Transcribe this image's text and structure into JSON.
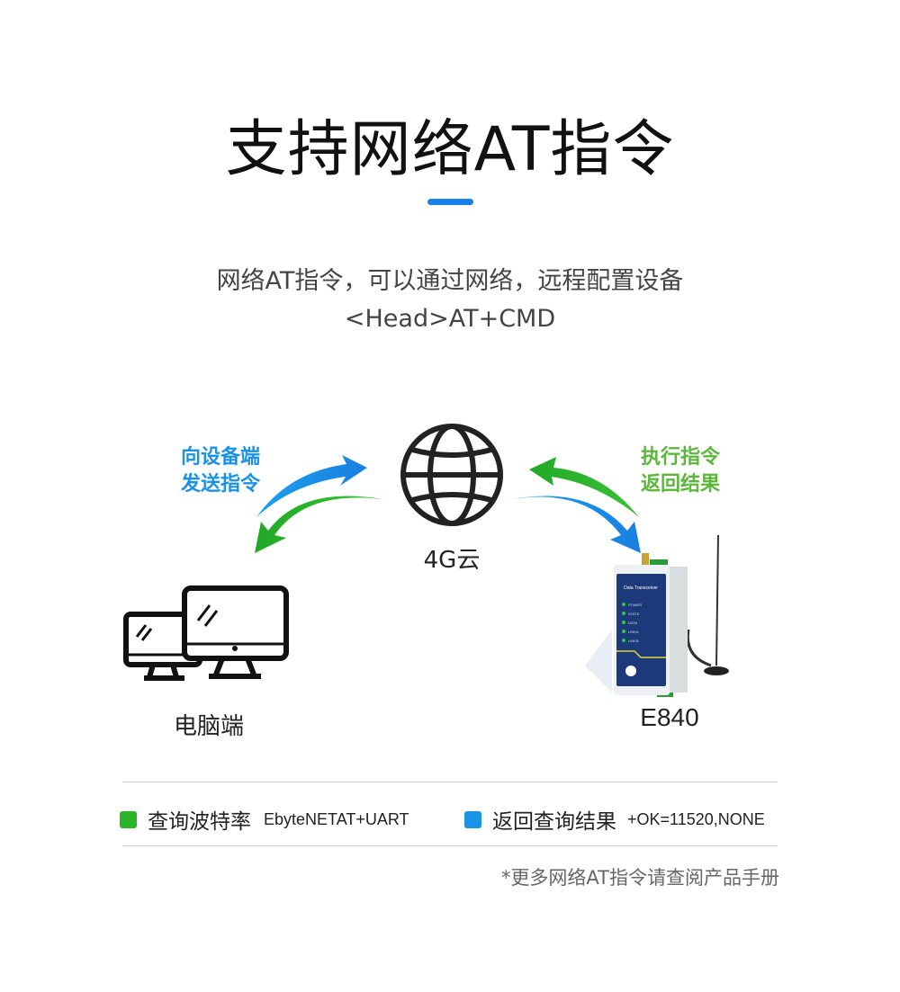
{
  "title": "支持网络AT指令",
  "subtitle": [
    "网络AT指令，可以通过网络，远程配置设备",
    "<Head>AT+CMD"
  ],
  "diagram": {
    "left_label": [
      "向设备端",
      "发送指令"
    ],
    "right_label": [
      "执行指令",
      "返回结果"
    ],
    "cloud_caption": "4G云",
    "pc_caption": "电脑端",
    "device_caption": "E840",
    "device_panel": {
      "brand": "Data Transceiver",
      "leds": [
        "POWER",
        "STATE",
        "DATA",
        "LINKA",
        "LINKB"
      ]
    }
  },
  "legend": [
    {
      "label": "查询波特率",
      "code": "EbyteNETAT+UART",
      "color": "#2bb52a"
    },
    {
      "label": "返回查询结果",
      "code": "+OK=11520,NONE",
      "color": "#1a92e6"
    }
  ],
  "footnote": "*更多网络AT指令请查阅产品手册",
  "colors": {
    "accent": "#1a7fe8",
    "blue": "#1a92e6",
    "green": "#2bb52a"
  }
}
